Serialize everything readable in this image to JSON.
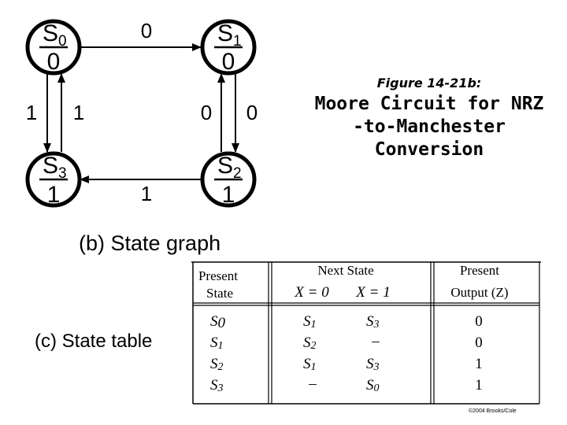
{
  "figure_label": "Figure 14-21b:",
  "title_lines": [
    "Moore Circuit for NRZ",
    "-to-Manchester",
    "Conversion"
  ],
  "state_graph": {
    "caption": "(b) State graph",
    "nodes": [
      {
        "state": "S",
        "sub": "0",
        "output": "0"
      },
      {
        "state": "S",
        "sub": "1",
        "output": "0"
      },
      {
        "state": "S",
        "sub": "2",
        "output": "1"
      },
      {
        "state": "S",
        "sub": "3",
        "output": "1"
      }
    ],
    "edges": [
      {
        "from": "S0",
        "to": "S1",
        "label": "0"
      },
      {
        "from": "S0",
        "to": "S3",
        "label": "1"
      },
      {
        "from": "S3",
        "to": "S0",
        "label": "1"
      },
      {
        "from": "S2",
        "to": "S1",
        "label": "0"
      },
      {
        "from": "S1",
        "to": "S2",
        "label": "0"
      },
      {
        "from": "S2",
        "to": "S3",
        "label": "1"
      }
    ]
  },
  "state_table": {
    "caption": "(c) State table",
    "headers": {
      "present_1": "Present",
      "present_2": "State",
      "next": "Next State",
      "x0": "X = 0",
      "x1": "X = 1",
      "output_1": "Present",
      "output_2": "Output (Z)"
    },
    "rows": [
      {
        "ps": "S",
        "ps_sub": "0",
        "n0": "S",
        "n0_sub": "1",
        "n1": "S",
        "n1_sub": "3",
        "z": "0"
      },
      {
        "ps": "S",
        "ps_sub": "1",
        "n0": "S",
        "n0_sub": "2",
        "n1": "–",
        "n1_sub": "",
        "z": "0"
      },
      {
        "ps": "S",
        "ps_sub": "2",
        "n0": "S",
        "n0_sub": "1",
        "n1": "S",
        "n1_sub": "3",
        "z": "1"
      },
      {
        "ps": "S",
        "ps_sub": "3",
        "n0": "–",
        "n0_sub": "",
        "n1": "S",
        "n1_sub": "0",
        "z": "1"
      }
    ],
    "credit": "©2004 Brooks/Cole"
  }
}
